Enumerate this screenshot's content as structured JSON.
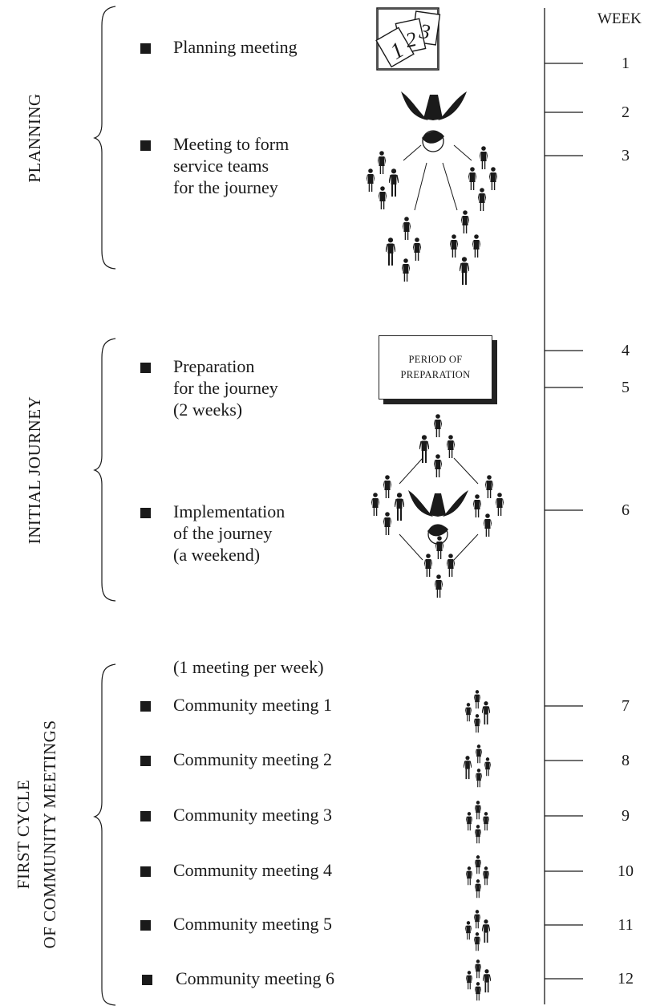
{
  "header": {
    "week": "WEEK"
  },
  "sections": [
    {
      "id": "planning",
      "label_lines": [
        "PLANNING"
      ]
    },
    {
      "id": "initial",
      "label_lines": [
        "INITIAL JOURNEY"
      ]
    },
    {
      "id": "cycle",
      "label_lines": [
        "FIRST CYCLE",
        "OF COMMUNITY MEETINGS"
      ]
    }
  ],
  "items": [
    {
      "lines": [
        "Planning meeting"
      ]
    },
    {
      "lines": [
        "Meeting to form",
        "service teams",
        "for the journey"
      ]
    },
    {
      "lines": [
        "Preparation",
        "for the journey",
        "(2 weeks)"
      ]
    },
    {
      "lines": [
        "Implementation",
        "of the journey",
        "(a weekend)"
      ]
    },
    {
      "lines": [
        "Community meeting 1"
      ]
    },
    {
      "lines": [
        "Community meeting 2"
      ]
    },
    {
      "lines": [
        "Community meeting 3"
      ]
    },
    {
      "lines": [
        "Community meeting 4"
      ]
    },
    {
      "lines": [
        "Community meeting 5"
      ]
    },
    {
      "lines": [
        "Community meeting 6"
      ]
    }
  ],
  "note": "(1 meeting per week)",
  "prep_box": {
    "line1": "PERIOD OF",
    "line2": "PREPARATION"
  },
  "calendar_icon": {
    "digits": [
      "1",
      "2",
      "3"
    ]
  },
  "weeks": [
    "1",
    "2",
    "3",
    "4",
    "5",
    "6",
    "7",
    "8",
    "9",
    "10",
    "11",
    "12"
  ],
  "icons": {
    "calendar": "calendar-icon",
    "dove": "dove-icon",
    "people": "people-group-icon"
  }
}
